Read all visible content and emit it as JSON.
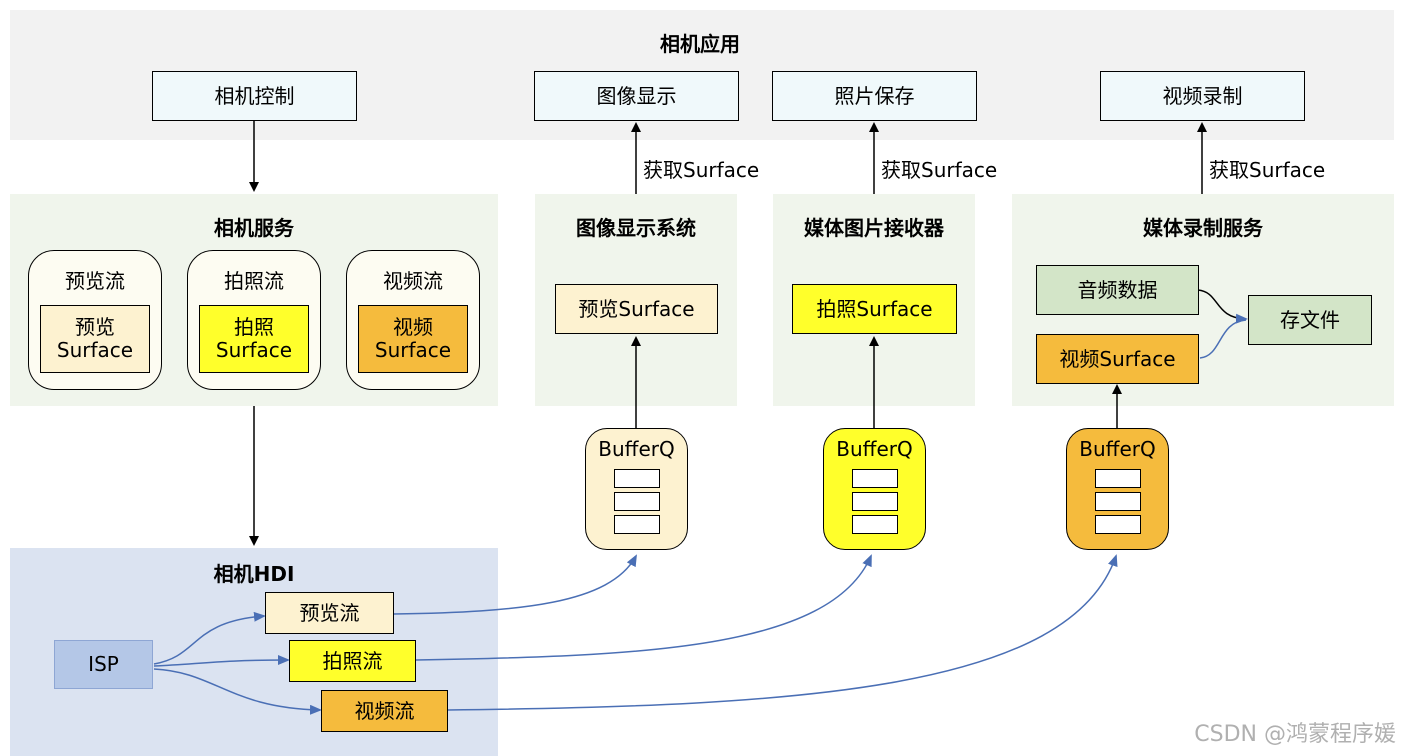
{
  "camera_app": {
    "title": "相机应用",
    "camera_control": "相机控制",
    "image_display": "图像显示",
    "photo_save": "照片保存",
    "video_record": "视频录制"
  },
  "get_surface_label": "获取Surface",
  "camera_service": {
    "title": "相机服务",
    "streams": [
      {
        "name": "预览流",
        "surface_line1": "预览",
        "surface_line2": "Surface"
      },
      {
        "name": "拍照流",
        "surface_line1": "拍照",
        "surface_line2": "Surface"
      },
      {
        "name": "视频流",
        "surface_line1": "视频",
        "surface_line2": "Surface"
      }
    ]
  },
  "image_display_system": {
    "title": "图像显示系统",
    "surface": "预览Surface"
  },
  "media_image_receiver": {
    "title": "媒体图片接收器",
    "surface": "拍照Surface"
  },
  "media_record_service": {
    "title": "媒体录制服务",
    "audio_data": "音频数据",
    "video_surface": "视频Surface",
    "save_file": "存文件"
  },
  "bufferq_label": "BufferQ",
  "camera_hdi": {
    "title": "相机HDI",
    "isp": "ISP",
    "preview_stream": "预览流",
    "photo_stream": "拍照流",
    "video_stream": "视频流"
  },
  "watermark": "CSDN @鸿蒙程序媛",
  "colors": {
    "app_bg": "#f2f2f2",
    "service_bg": "#f0f5ec",
    "hdi_bg": "#dbe3f1",
    "app_box": "#f0f9fb",
    "preview": "#fdf2d0",
    "photo": "#ffff2b",
    "video": "#f5bb3d",
    "green_box": "#d3e5c8",
    "isp": "#b4c7e7",
    "blue_arrow": "#4a6fb5"
  }
}
